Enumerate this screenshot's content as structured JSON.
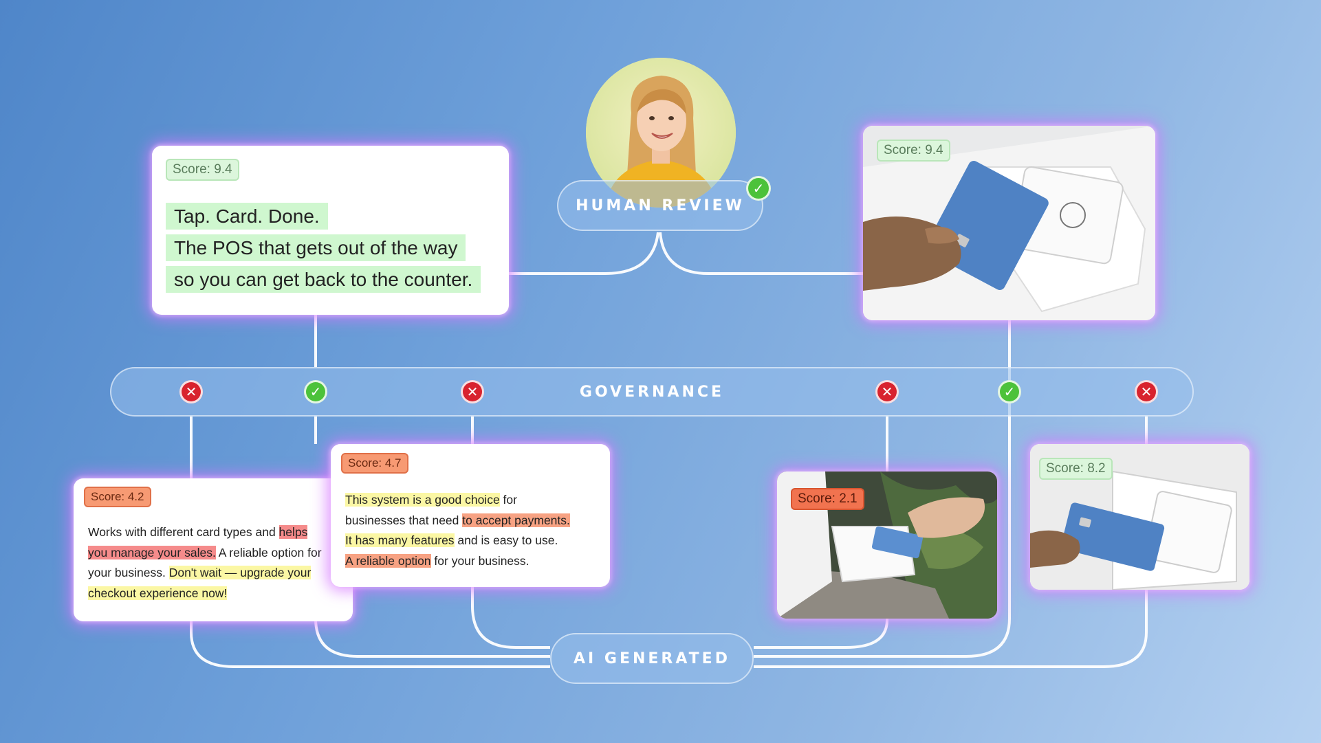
{
  "nodes": {
    "human_review": "HUMAN REVIEW",
    "governance": "GOVERNANCE",
    "ai_generated": "AI GENERATED"
  },
  "cards": {
    "top_text": {
      "score": "Score: 9.4",
      "lines": [
        "Tap. Card. Done.",
        "The POS that gets out of the way",
        "so you can get back to the counter."
      ]
    },
    "top_photo": {
      "score": "Score: 9.4"
    },
    "text_a": {
      "score": "Score: 4.2",
      "s1": "Works with different card types and ",
      "s2": "helps",
      "s3": "you manage your sales.",
      "s4": " A reliable option for",
      "s5": "your business. ",
      "s6": "Don't wait — upgrade your",
      "s7": "checkout experience now!"
    },
    "text_b": {
      "score": "Score: 4.7",
      "s1": "This system is a good choice",
      "s2": " for",
      "s3": "businesses that need ",
      "s4": "to accept payments.",
      "s5": "It has many features",
      "s6": " and is easy to use.",
      "s7": "A reliable option",
      "s8": " for your business."
    },
    "photo_c": {
      "score": "Score: 2.1"
    },
    "photo_d": {
      "score": "Score: 8.2"
    }
  },
  "governance_checks": [
    "rejected",
    "approved",
    "rejected",
    "rejected",
    "approved",
    "rejected"
  ],
  "colors": {
    "approved": "#4cc23a",
    "rejected": "#d8232e",
    "glow": "#d678ff"
  }
}
